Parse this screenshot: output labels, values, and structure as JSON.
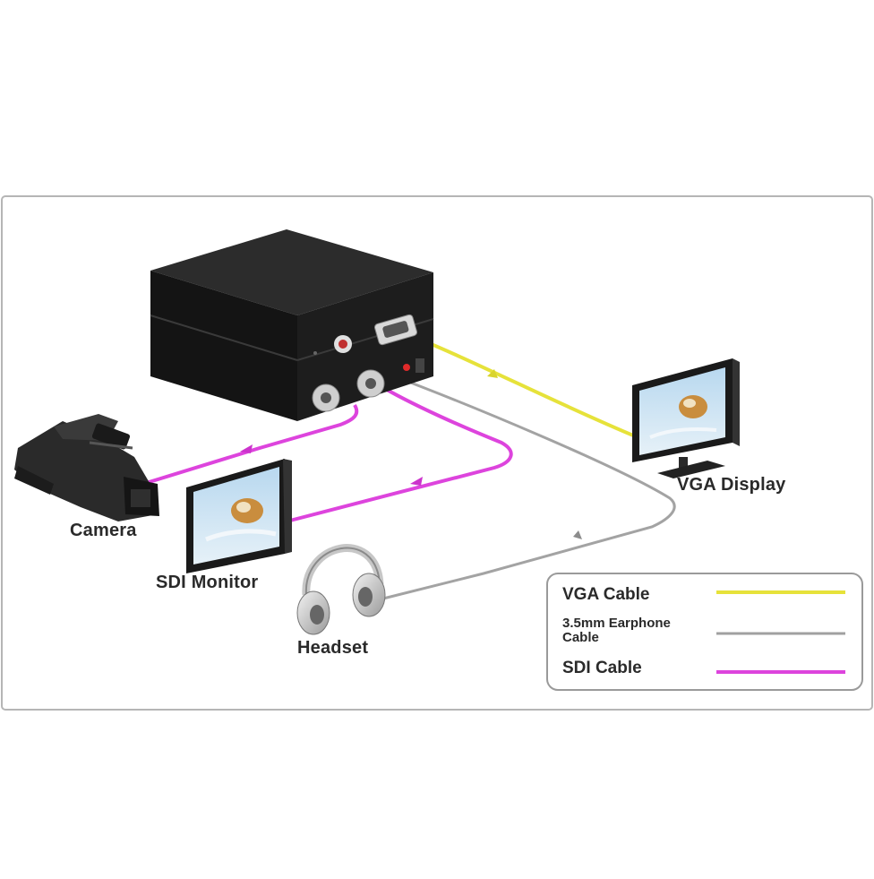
{
  "devices": {
    "camera": "Camera",
    "sdi_monitor": "SDI Monitor",
    "headset": "Headset",
    "vga_display": "VGA Display"
  },
  "legend": {
    "items": [
      {
        "label": "VGA Cable",
        "color": "#e6e23a"
      },
      {
        "label": "3.5mm Earphone Cable",
        "color": "#a0a0a0"
      },
      {
        "label": "SDI Cable",
        "color": "#dd44dd"
      }
    ]
  },
  "colors": {
    "vga": "#e6e23a",
    "earphone": "#a0a0a0",
    "sdi": "#dd44dd",
    "device": "#1f1f1f",
    "frame": "#b5b5b5"
  }
}
